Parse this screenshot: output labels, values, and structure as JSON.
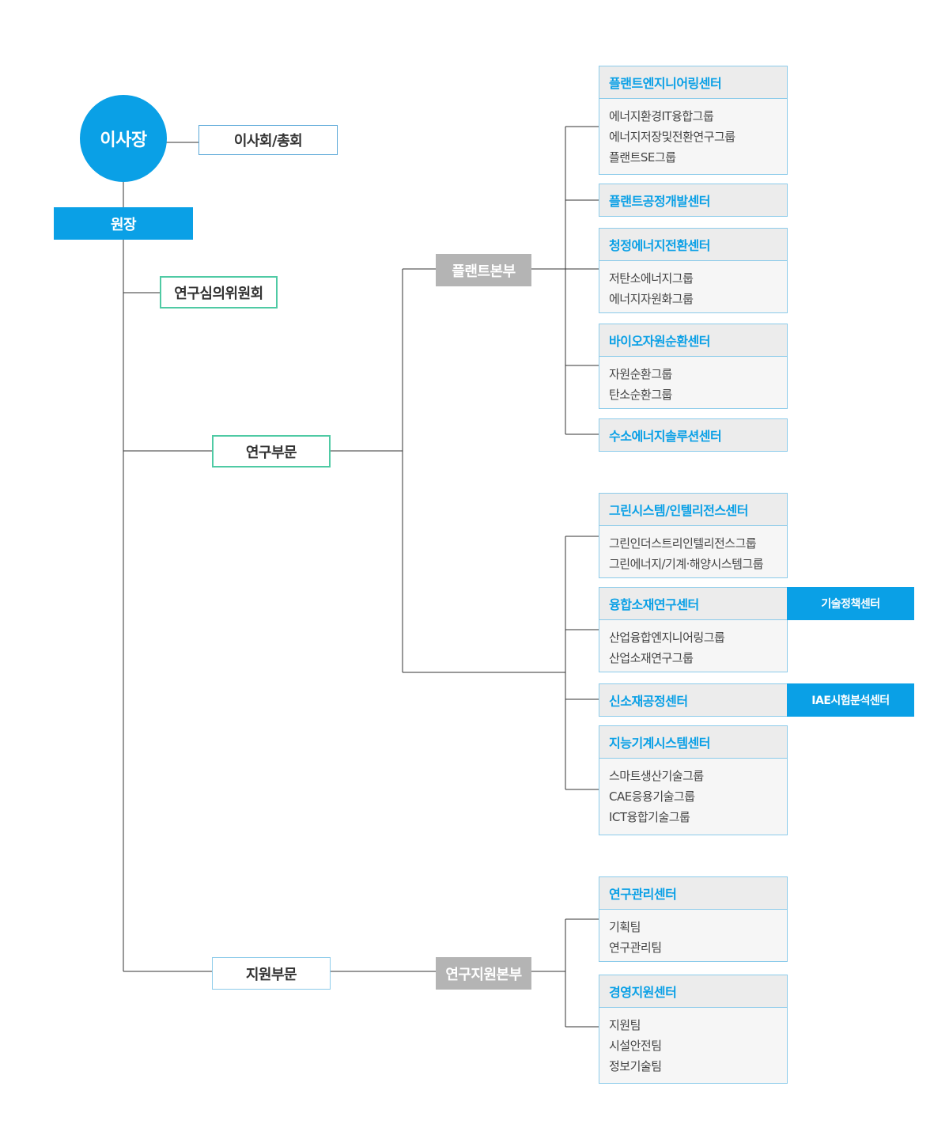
{
  "chairman": "이사장",
  "board": "이사회/총회",
  "president": "원장",
  "committee": "연구심의위원회",
  "research_division": "연구부문",
  "support_division": "지원부문",
  "plant_hq": "플랜트본부",
  "support_hq": "연구지원본부",
  "centers": [
    {
      "name": "플랜트엔지니어링센터",
      "groups": [
        "에너지환경IT융합그룹",
        "에너지저장및전환연구그룹",
        "플랜트SE그룹"
      ]
    },
    {
      "name": "플랜트공정개발센터",
      "groups": []
    },
    {
      "name": "청정에너지전환센터",
      "groups": [
        "저탄소에너지그룹",
        "에너지자원화그룹"
      ]
    },
    {
      "name": "바이오자원순환센터",
      "groups": [
        "자원순환그룹",
        "탄소순환그룹"
      ]
    },
    {
      "name": "수소에너지솔루션센터",
      "groups": []
    },
    {
      "name": "그린시스템/인텔리전스센터",
      "groups": [
        "그린인더스트리인텔리전스그룹",
        "그린에너지/기계·해양시스템그룹"
      ]
    },
    {
      "name": "융합소재연구센터",
      "groups": [
        "산업융합엔지니어링그룹",
        "산업소재연구그룹"
      ]
    },
    {
      "name": "신소재공정센터",
      "groups": []
    },
    {
      "name": "지능기계시스템센터",
      "groups": [
        "스마트생산기술그룹",
        "CAE응용기술그룹",
        "ICT융합기술그룹"
      ]
    },
    {
      "name": "연구관리센터",
      "groups": [
        "기획팀",
        "연구관리팀"
      ]
    },
    {
      "name": "경영지원센터",
      "groups": [
        "지원팀",
        "시설안전팀",
        "정보기술팀"
      ]
    }
  ],
  "side_centers": [
    "기술정책센터",
    "IAE시험분석센터"
  ]
}
